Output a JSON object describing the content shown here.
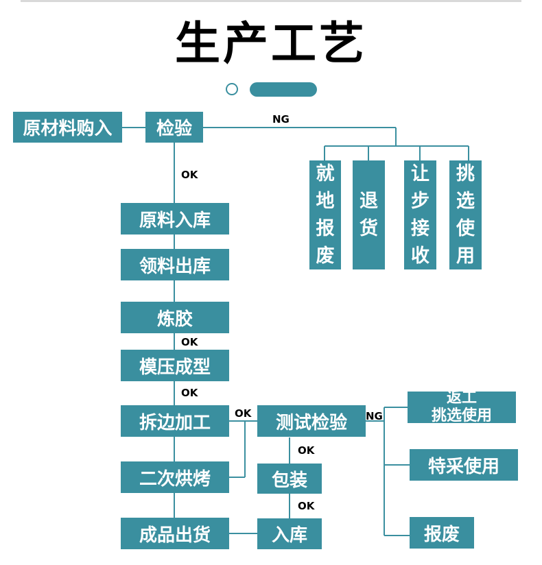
{
  "title": "生产工艺",
  "labels": {
    "ok": "OK",
    "ng": "NG"
  },
  "colors": {
    "box": "#3a8f9f",
    "line": "#3a8f9f",
    "text": "#ffffff"
  },
  "nodes": {
    "raw_purchase": "原材料购入",
    "inspection": "检验",
    "raw_storage": "原料入库",
    "material_out": "领料出库",
    "refining": "炼胶",
    "molding": "模压成型",
    "trimming": "拆边加工",
    "secondary_baking": "二次烘烤",
    "finished_shipping": "成品出货",
    "test_inspection": "测试检验",
    "packaging": "包装",
    "warehousing": "入库",
    "scrap_onsite": [
      "就",
      "地",
      "报",
      "废"
    ],
    "return_goods": [
      "退",
      "货"
    ],
    "concession": [
      "让",
      "步",
      "接",
      "收"
    ],
    "select_use": [
      "挑",
      "选",
      "使",
      "用"
    ],
    "rework_line1": "返工",
    "rework_line2": "挑选使用",
    "special_use": "特采使用",
    "scrap": "报废"
  }
}
